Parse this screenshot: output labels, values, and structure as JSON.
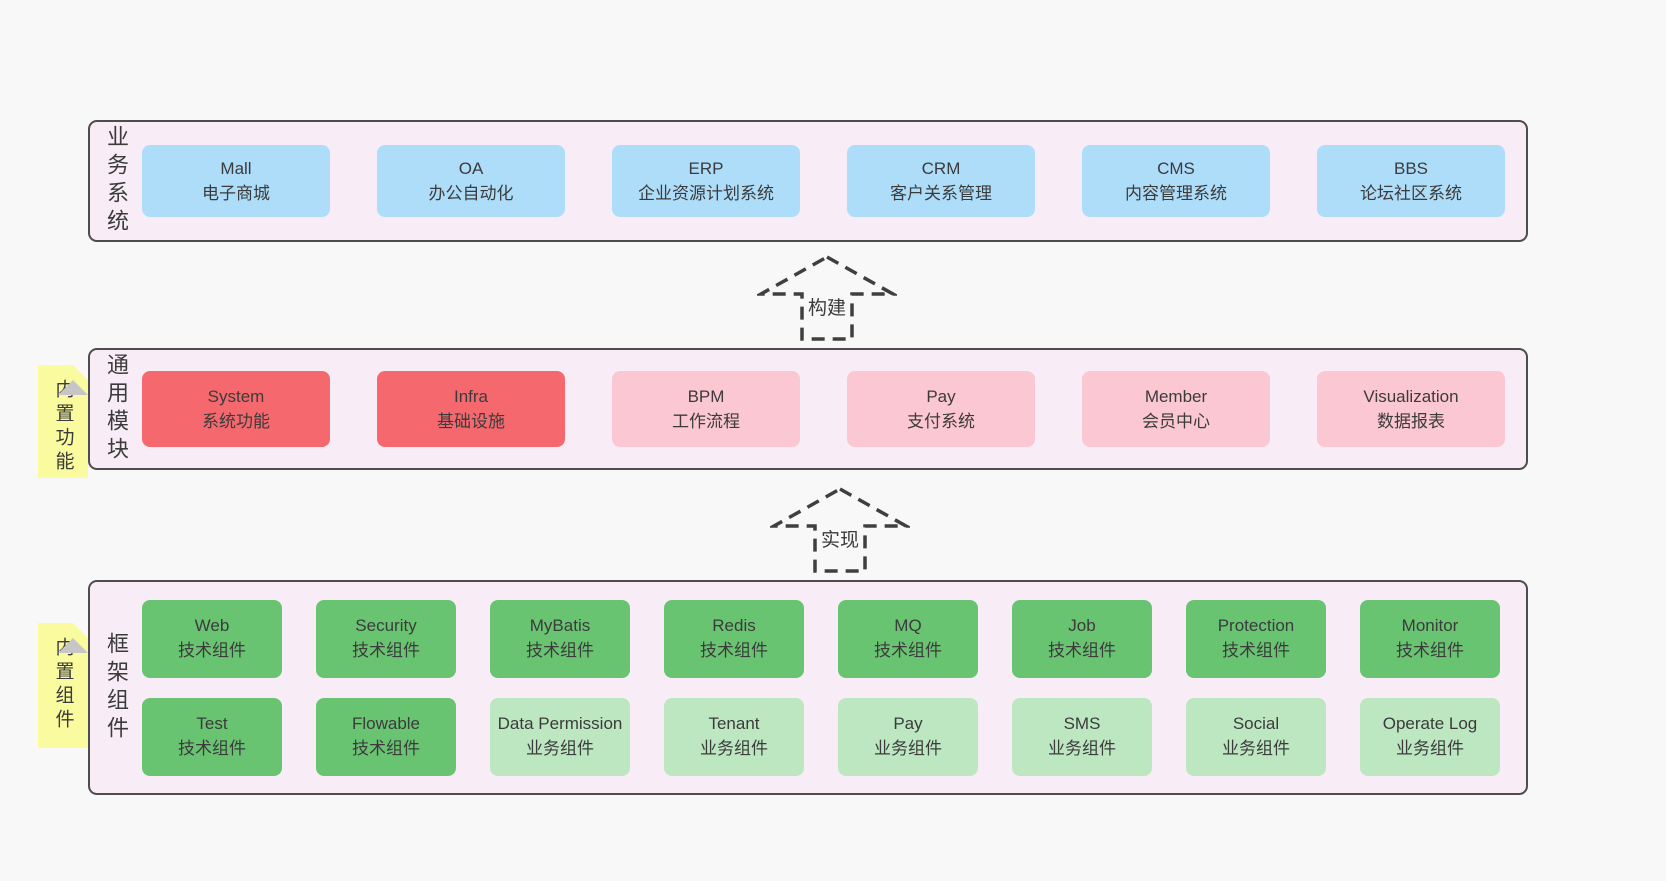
{
  "colors": {
    "page_bg": "#f8f8f8",
    "container_bg": "#f8edf6",
    "container_border": "#4d4d4d",
    "blue_box": "#aeddfa",
    "red_box": "#f5696e",
    "pink_box": "#fbc7d2",
    "green_dark_box": "#69c472",
    "green_light_box": "#bce7c0",
    "sticky_yellow": "#fafa9e",
    "fold_gray": "#c6c6c6",
    "text": "#3b3b3b"
  },
  "arrows": [
    {
      "label": "构建"
    },
    {
      "label": "实现"
    }
  ],
  "sections": {
    "business": {
      "label": "业务系统",
      "boxes": [
        {
          "en": "Mall",
          "zh": "电子商城",
          "variant": "blue"
        },
        {
          "en": "OA",
          "zh": "办公自动化",
          "variant": "blue"
        },
        {
          "en": "ERP",
          "zh": "企业资源计划系统",
          "variant": "blue"
        },
        {
          "en": "CRM",
          "zh": "客户关系管理",
          "variant": "blue"
        },
        {
          "en": "CMS",
          "zh": "内容管理系统",
          "variant": "blue"
        },
        {
          "en": "BBS",
          "zh": "论坛社区系统",
          "variant": "blue"
        }
      ]
    },
    "modules": {
      "label": "通用模块",
      "sticky": "内置功能",
      "boxes": [
        {
          "en": "System",
          "zh": "系统功能",
          "variant": "red"
        },
        {
          "en": "Infra",
          "zh": "基础设施",
          "variant": "red"
        },
        {
          "en": "BPM",
          "zh": "工作流程",
          "variant": "pink"
        },
        {
          "en": "Pay",
          "zh": "支付系统",
          "variant": "pink"
        },
        {
          "en": "Member",
          "zh": "会员中心",
          "variant": "pink"
        },
        {
          "en": "Visualization",
          "zh": "数据报表",
          "variant": "pink"
        }
      ]
    },
    "components": {
      "label": "框架组件",
      "sticky": "内置组件",
      "row1": [
        {
          "en": "Web",
          "zh": "技术组件",
          "variant": "green-dark"
        },
        {
          "en": "Security",
          "zh": "技术组件",
          "variant": "green-dark"
        },
        {
          "en": "MyBatis",
          "zh": "技术组件",
          "variant": "green-dark"
        },
        {
          "en": "Redis",
          "zh": "技术组件",
          "variant": "green-dark"
        },
        {
          "en": "MQ",
          "zh": "技术组件",
          "variant": "green-dark"
        },
        {
          "en": "Job",
          "zh": "技术组件",
          "variant": "green-dark"
        },
        {
          "en": "Protection",
          "zh": "技术组件",
          "variant": "green-dark"
        },
        {
          "en": "Monitor",
          "zh": "技术组件",
          "variant": "green-dark"
        }
      ],
      "row2": [
        {
          "en": "Test",
          "zh": "技术组件",
          "variant": "green-dark"
        },
        {
          "en": "Flowable",
          "zh": "技术组件",
          "variant": "green-dark"
        },
        {
          "en": "Data Permission",
          "zh": "业务组件",
          "variant": "green-light"
        },
        {
          "en": "Tenant",
          "zh": "业务组件",
          "variant": "green-light"
        },
        {
          "en": "Pay",
          "zh": "业务组件",
          "variant": "green-light"
        },
        {
          "en": "SMS",
          "zh": "业务组件",
          "variant": "green-light"
        },
        {
          "en": "Social",
          "zh": "业务组件",
          "variant": "green-light"
        },
        {
          "en": "Operate Log",
          "zh": "业务组件",
          "variant": "green-light"
        }
      ]
    }
  }
}
